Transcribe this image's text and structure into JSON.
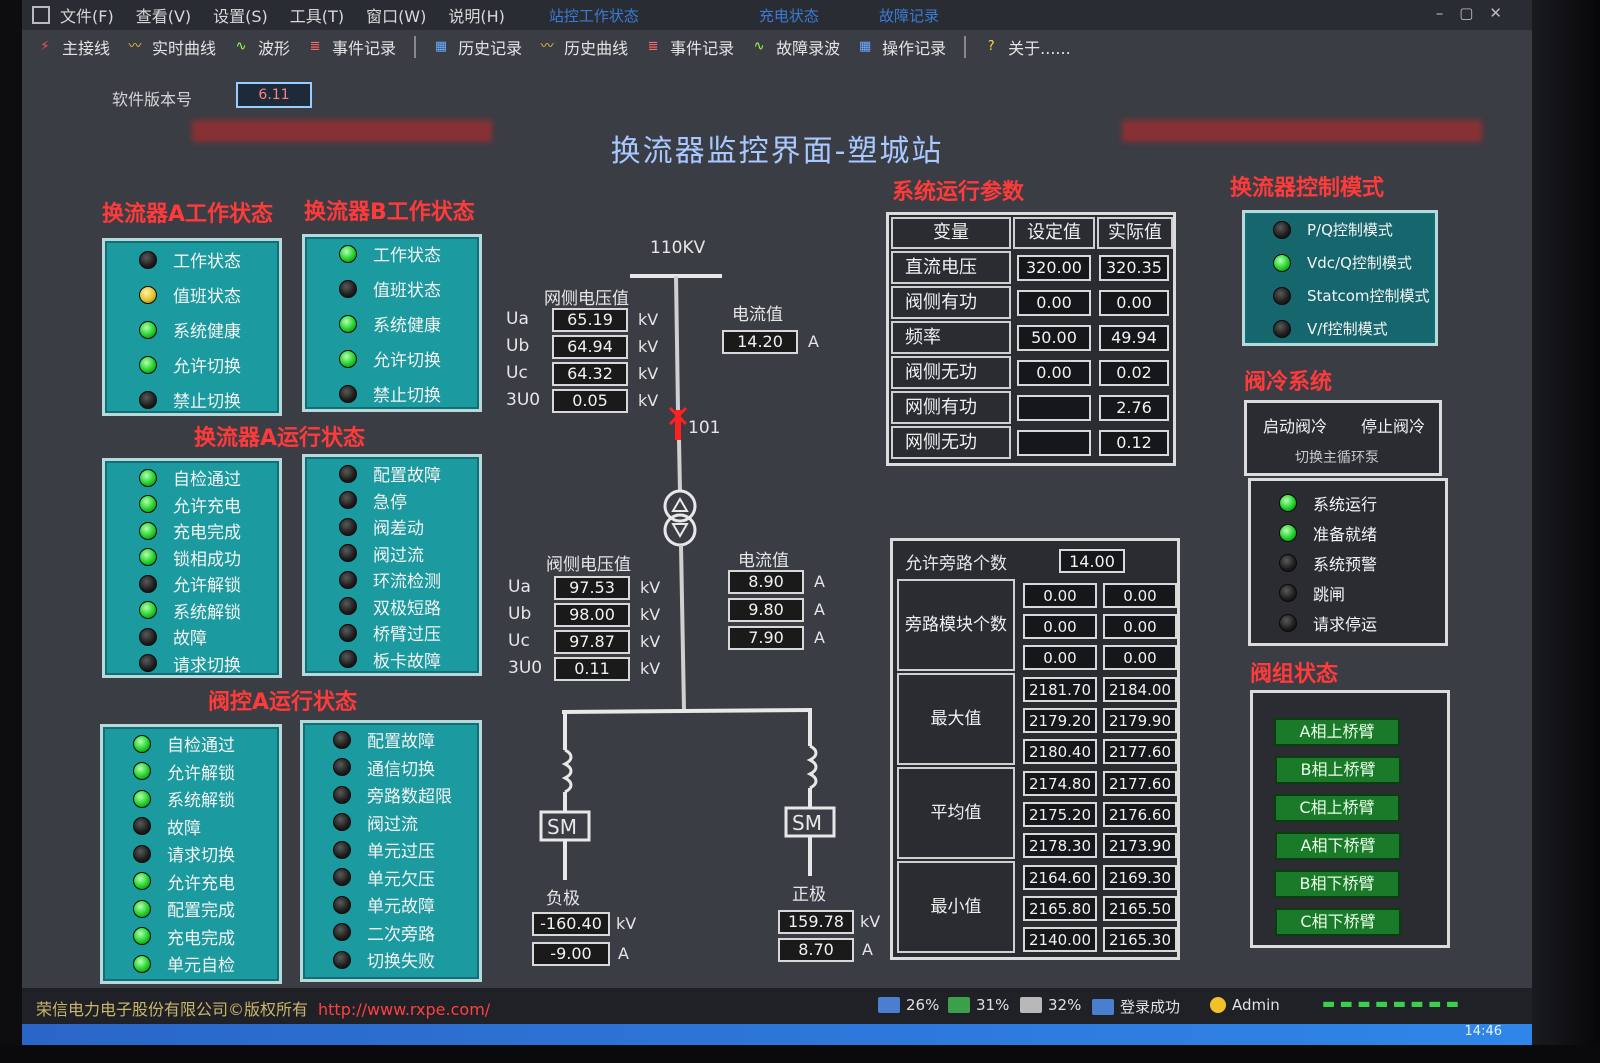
{
  "menu": {
    "items": [
      "文件(F)",
      "查看(V)",
      "设置(S)",
      "工具(T)",
      "窗口(W)",
      "说明(H)"
    ],
    "title_tabs": [
      "站控工作状态",
      "充电状态",
      "故障记录"
    ]
  },
  "toolbar": {
    "items": [
      "主接线",
      "实时曲线",
      "波形",
      "事件记录",
      "历史记录",
      "历史曲线",
      "事件记录",
      "故障录波",
      "操作记录",
      "关于......"
    ]
  },
  "version": {
    "label": "软件版本号",
    "value": "6.11"
  },
  "title": "换流器监控界面-塑城站",
  "converter_a_work": {
    "title": "换流器A工作状态",
    "rows": [
      {
        "label": "工作状态",
        "state": "off"
      },
      {
        "label": "值班状态",
        "state": "warn"
      },
      {
        "label": "系统健康",
        "state": "on"
      },
      {
        "label": "允许切换",
        "state": "on"
      },
      {
        "label": "禁止切换",
        "state": "off"
      }
    ]
  },
  "converter_b_work": {
    "title": "换流器B工作状态",
    "rows": [
      {
        "label": "工作状态",
        "state": "on"
      },
      {
        "label": "值班状态",
        "state": "off"
      },
      {
        "label": "系统健康",
        "state": "on"
      },
      {
        "label": "允许切换",
        "state": "on"
      },
      {
        "label": "禁止切换",
        "state": "off"
      }
    ]
  },
  "converter_a_run": {
    "title": "换流器A运行状态",
    "left": [
      {
        "label": "自检通过",
        "state": "on"
      },
      {
        "label": "允许充电",
        "state": "on"
      },
      {
        "label": "充电完成",
        "state": "on"
      },
      {
        "label": "锁相成功",
        "state": "on"
      },
      {
        "label": "允许解锁",
        "state": "off"
      },
      {
        "label": "系统解锁",
        "state": "on"
      },
      {
        "label": "故障",
        "state": "off"
      },
      {
        "label": "请求切换",
        "state": "off"
      }
    ],
    "right": [
      {
        "label": "配置故障",
        "state": "off"
      },
      {
        "label": "急停",
        "state": "off"
      },
      {
        "label": "阀差动",
        "state": "off"
      },
      {
        "label": "阀过流",
        "state": "off"
      },
      {
        "label": "环流检测",
        "state": "off"
      },
      {
        "label": "双极短路",
        "state": "off"
      },
      {
        "label": "桥臂过压",
        "state": "off"
      },
      {
        "label": "板卡故障",
        "state": "off"
      }
    ]
  },
  "valve_a_run": {
    "title": "阀控A运行状态",
    "left": [
      {
        "label": "自检通过",
        "state": "on"
      },
      {
        "label": "允许解锁",
        "state": "on"
      },
      {
        "label": "系统解锁",
        "state": "on"
      },
      {
        "label": "故障",
        "state": "off"
      },
      {
        "label": "请求切换",
        "state": "off"
      },
      {
        "label": "允许充电",
        "state": "on"
      },
      {
        "label": "配置完成",
        "state": "on"
      },
      {
        "label": "充电完成",
        "state": "on"
      },
      {
        "label": "单元自检",
        "state": "on"
      }
    ],
    "right": [
      {
        "label": "配置故障",
        "state": "off"
      },
      {
        "label": "通信切换",
        "state": "off"
      },
      {
        "label": "旁路数超限",
        "state": "off"
      },
      {
        "label": "阀过流",
        "state": "off"
      },
      {
        "label": "单元过压",
        "state": "off"
      },
      {
        "label": "单元欠压",
        "state": "off"
      },
      {
        "label": "单元故障",
        "state": "off"
      },
      {
        "label": "二次旁路",
        "state": "off"
      },
      {
        "label": "切换失败",
        "state": "off"
      }
    ]
  },
  "diagram": {
    "bus_label": "110KV",
    "breaker_label": "101",
    "grid_voltage": {
      "title": "网侧电压值",
      "rows": [
        {
          "name": "Ua",
          "value": "65.19",
          "unit": "kV"
        },
        {
          "name": "Ub",
          "value": "64.94",
          "unit": "kV"
        },
        {
          "name": "Uc",
          "value": "64.32",
          "unit": "kV"
        },
        {
          "name": "3U0",
          "value": "0.05",
          "unit": "kV"
        }
      ]
    },
    "grid_current": {
      "title": "电流值",
      "value": "14.20",
      "unit": "A"
    },
    "valve_voltage": {
      "title": "阀侧电压值",
      "rows": [
        {
          "name": "Ua",
          "value": "97.53",
          "unit": "kV"
        },
        {
          "name": "Ub",
          "value": "98.00",
          "unit": "kV"
        },
        {
          "name": "Uc",
          "value": "97.87",
          "unit": "kV"
        },
        {
          "name": "3U0",
          "value": "0.11",
          "unit": "kV"
        }
      ]
    },
    "valve_current": {
      "title": "电流值",
      "rows": [
        {
          "value": "8.90",
          "unit": "A"
        },
        {
          "value": "9.80",
          "unit": "A"
        },
        {
          "value": "7.90",
          "unit": "A"
        }
      ]
    },
    "sm_label": "SM",
    "negative": {
      "label": "负极",
      "voltage": "-160.40",
      "voltage_unit": "kV",
      "current": "-9.00",
      "current_unit": "A"
    },
    "positive": {
      "label": "正极",
      "voltage": "159.78",
      "voltage_unit": "kV",
      "current": "8.70",
      "current_unit": "A"
    }
  },
  "sys_params": {
    "title": "系统运行参数",
    "headers": [
      "变量",
      "设定值",
      "实际值"
    ],
    "rows": [
      {
        "name": "直流电压",
        "set": "320.00",
        "actual": "320.35"
      },
      {
        "name": "阀侧有功",
        "set": "0.00",
        "actual": "0.00"
      },
      {
        "name": "频率",
        "set": "50.00",
        "actual": "49.94"
      },
      {
        "name": "阀侧无功",
        "set": "0.00",
        "actual": "0.02"
      },
      {
        "name": "网侧有功",
        "set": "",
        "actual": "2.76"
      },
      {
        "name": "网侧无功",
        "set": "",
        "actual": "0.12"
      }
    ]
  },
  "bypass": {
    "allow_label": "允许旁路个数",
    "allow_value": "14.00",
    "groups": [
      {
        "label": "旁路模块个数",
        "rows": [
          [
            "0.00",
            "0.00"
          ],
          [
            "0.00",
            "0.00"
          ],
          [
            "0.00",
            "0.00"
          ]
        ]
      },
      {
        "label": "最大值",
        "rows": [
          [
            "2181.70",
            "2184.00"
          ],
          [
            "2179.20",
            "2179.90"
          ],
          [
            "2180.40",
            "2177.60"
          ]
        ]
      },
      {
        "label": "平均值",
        "rows": [
          [
            "2174.80",
            "2177.60"
          ],
          [
            "2175.20",
            "2176.60"
          ],
          [
            "2178.30",
            "2173.90"
          ]
        ]
      },
      {
        "label": "最小值",
        "rows": [
          [
            "2164.60",
            "2169.30"
          ],
          [
            "2165.80",
            "2165.50"
          ],
          [
            "2140.00",
            "2165.30"
          ]
        ]
      }
    ]
  },
  "control_mode": {
    "title": "换流器控制模式",
    "rows": [
      {
        "label": "P/Q控制模式",
        "state": "off"
      },
      {
        "label": "Vdc/Q控制模式",
        "state": "on"
      },
      {
        "label": "Statcom控制模式",
        "state": "off"
      },
      {
        "label": "V/f控制模式",
        "state": "off"
      }
    ]
  },
  "valve_cooling": {
    "title": "阀冷系统",
    "start": "启动阀冷",
    "stop": "停止阀冷",
    "switch": "切换主循环泵",
    "rows": [
      {
        "label": "系统运行",
        "state": "on"
      },
      {
        "label": "准备就绪",
        "state": "on"
      },
      {
        "label": "系统预警",
        "state": "off"
      },
      {
        "label": "跳闸",
        "state": "off"
      },
      {
        "label": "请求停运",
        "state": "off"
      }
    ]
  },
  "valve_group": {
    "title": "阀组状态",
    "buttons": [
      "A相上桥臂",
      "B相上桥臂",
      "C相上桥臂",
      "A相下桥臂",
      "B相下桥臂",
      "C相下桥臂"
    ]
  },
  "statusbar": {
    "company": "荣信电力电子股份有限公司©版权所有",
    "url": "http://www.rxpe.com/",
    "cpu": "26%",
    "mem": "31%",
    "disk": "32%",
    "login": "登录成功",
    "user": "Admin",
    "clock": "14:46"
  },
  "colors": {
    "panel": "#1b9aa0",
    "title_red": "#ff3a3a",
    "led_on": "#1fd12a",
    "led_warn": "#e6c22a",
    "background": "#3a3d44"
  }
}
